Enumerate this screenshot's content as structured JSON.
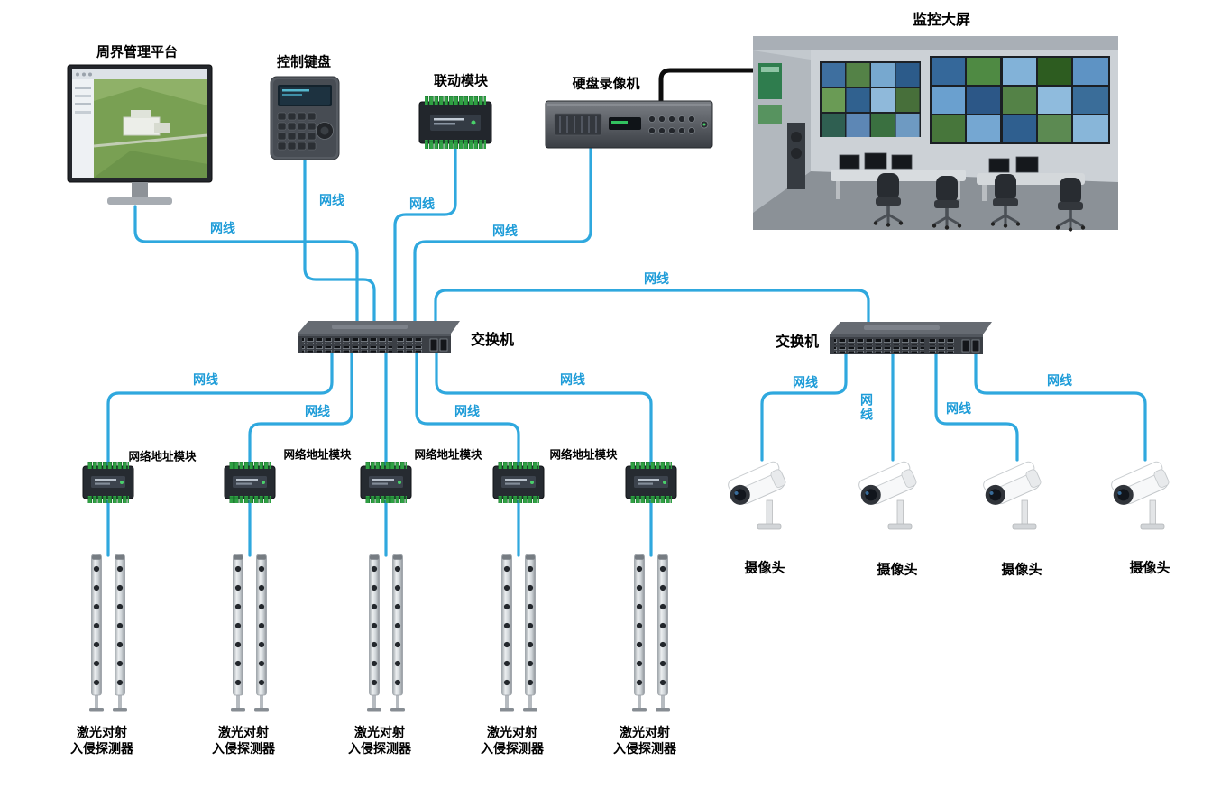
{
  "labels": {
    "platform": "周界管理平台",
    "control_keyboard": "控制键盘",
    "linkage_module": "联动模块",
    "dvr": "硬盘录像机",
    "video_wall": "监控大屏",
    "switch_left": "交换机",
    "switch_right": "交换机",
    "cable": "网线",
    "address_module": "网络地址模块",
    "laser_detector_line1": "激光对射",
    "laser_detector_line2": "入侵探测器",
    "camera": "摄像头"
  },
  "counts": {
    "switches": 2,
    "address_modules": 5,
    "address_module_labels": 4,
    "laser_detector_pairs": 5,
    "cameras": 4,
    "cable_labels": 13
  },
  "colors": {
    "cable": "#2FA8DE",
    "cable_label_text": "#1E9CD8",
    "label_text": "#000000"
  }
}
